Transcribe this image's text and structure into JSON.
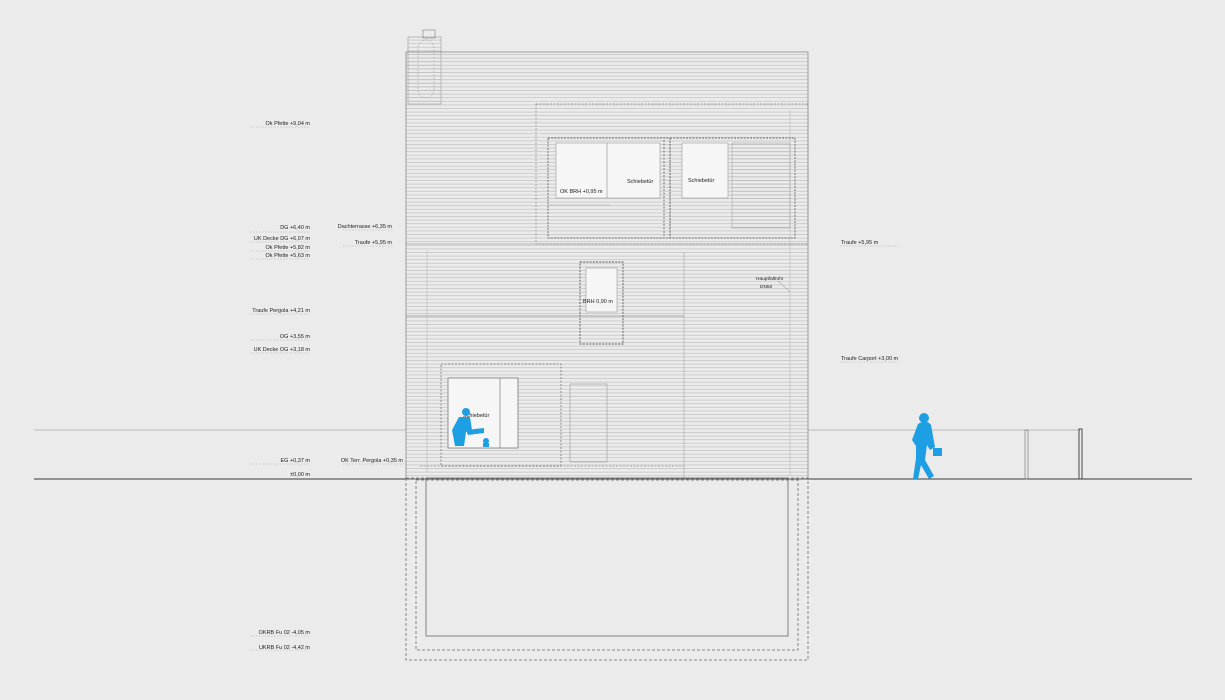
{
  "colors": {
    "background": "#ebebeb",
    "line": "#3a3a3a",
    "hatch": "#b9b9b9",
    "figure": "#1e9fe3"
  },
  "icons": {
    "person": "walking-person-with-briefcase-icon",
    "child": "seated-person-icon"
  },
  "levels_left": {
    "ok_pfette_top": "Ok Pfette +9,04 m",
    "dg": "DG +6,40 m",
    "uk_decke_dg": "UK Decke DG +6,07 m",
    "ok_pfette_1": "Ok Pfette +5,82 m",
    "ok_pfette_2": "Ok Pfette +5,63 m",
    "traufe_pergola": "Traufe Pergola +4,21 m",
    "og": "OG +3,55 m",
    "uk_decke_og": "UK Decke OG +3,18 m",
    "eg": "EG +0,37 m",
    "zero": "±0,00 m",
    "okrb": "OKRB Fu 02 -4,05 m",
    "ukrb": "UKRB Fu 02 -4,42 m"
  },
  "levels_mid": {
    "dachterrasse": "Dachterrasse +6,35 m",
    "traufe": "Traufe +5,95 m",
    "ok_terr_pergola": "OK Terr. Pergola +0,35 m"
  },
  "levels_right": {
    "traufe": "Traufe +5,95 m",
    "traufe_carport": "Traufe Carport +3,00 m"
  },
  "annotations": {
    "ok_brh": "OK BRH +0,95 m",
    "schiebetuer_1": "Schiebetür",
    "schiebetuer_2": "Schiebetür",
    "schiebetuer_3": "Schiebetür",
    "brh": "BRH 0,90 m",
    "hauptfallrohr_1": "Hauptfallrohr",
    "hauptfallrohr_2": "DN50"
  }
}
